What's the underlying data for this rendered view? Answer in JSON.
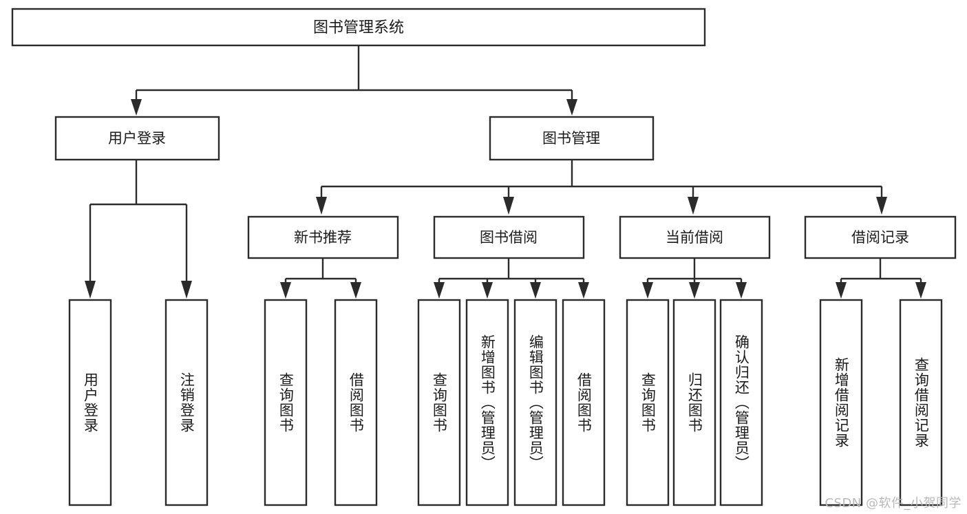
{
  "diagram": {
    "type": "hierarchy-tree",
    "title": "图书管理系统",
    "orientation": "top-down",
    "root": {
      "id": "root",
      "label": "图书管理系统"
    },
    "level2": [
      {
        "id": "user-login",
        "label": "用户登录"
      },
      {
        "id": "book-management",
        "label": "图书管理"
      }
    ],
    "level3": [
      {
        "id": "new-book-recommend",
        "label": "新书推荐",
        "parent": "book-management"
      },
      {
        "id": "book-borrow",
        "label": "图书借阅",
        "parent": "book-management"
      },
      {
        "id": "current-borrow",
        "label": "当前借阅",
        "parent": "book-management"
      },
      {
        "id": "borrow-record",
        "label": "借阅记录",
        "parent": "book-management"
      }
    ],
    "leaves": [
      {
        "id": "leaf-user-login",
        "label": "用户登录",
        "parent": "user-login"
      },
      {
        "id": "leaf-logout-login",
        "label": "注销登录",
        "parent": "user-login"
      },
      {
        "id": "leaf-query-book-1",
        "label": "查询图书",
        "parent": "new-book-recommend"
      },
      {
        "id": "leaf-borrow-book-1",
        "label": "借阅图书",
        "parent": "new-book-recommend"
      },
      {
        "id": "leaf-query-book-2",
        "label": "查询图书",
        "parent": "book-borrow"
      },
      {
        "id": "leaf-add-book",
        "label": "新增图书（管理员）",
        "parent": "book-borrow"
      },
      {
        "id": "leaf-edit-book",
        "label": "编辑图书（管理员）",
        "parent": "book-borrow"
      },
      {
        "id": "leaf-borrow-book-2",
        "label": "借阅图书",
        "parent": "book-borrow"
      },
      {
        "id": "leaf-query-book-3",
        "label": "查询图书",
        "parent": "current-borrow"
      },
      {
        "id": "leaf-return-book",
        "label": "归还图书",
        "parent": "current-borrow"
      },
      {
        "id": "leaf-confirm-return",
        "label": "确认归还（管理员）",
        "parent": "current-borrow"
      },
      {
        "id": "leaf-add-record",
        "label": "新增借阅记录",
        "parent": "borrow-record"
      },
      {
        "id": "leaf-query-record",
        "label": "查询借阅记录",
        "parent": "borrow-record"
      }
    ]
  },
  "watermark": {
    "text": "CSDN @软件_小贺同学"
  },
  "colors": {
    "stroke": "#2b2b2b",
    "fill": "#ffffff",
    "text": "#1b1b1b",
    "watermark": "#b9b9b9"
  }
}
